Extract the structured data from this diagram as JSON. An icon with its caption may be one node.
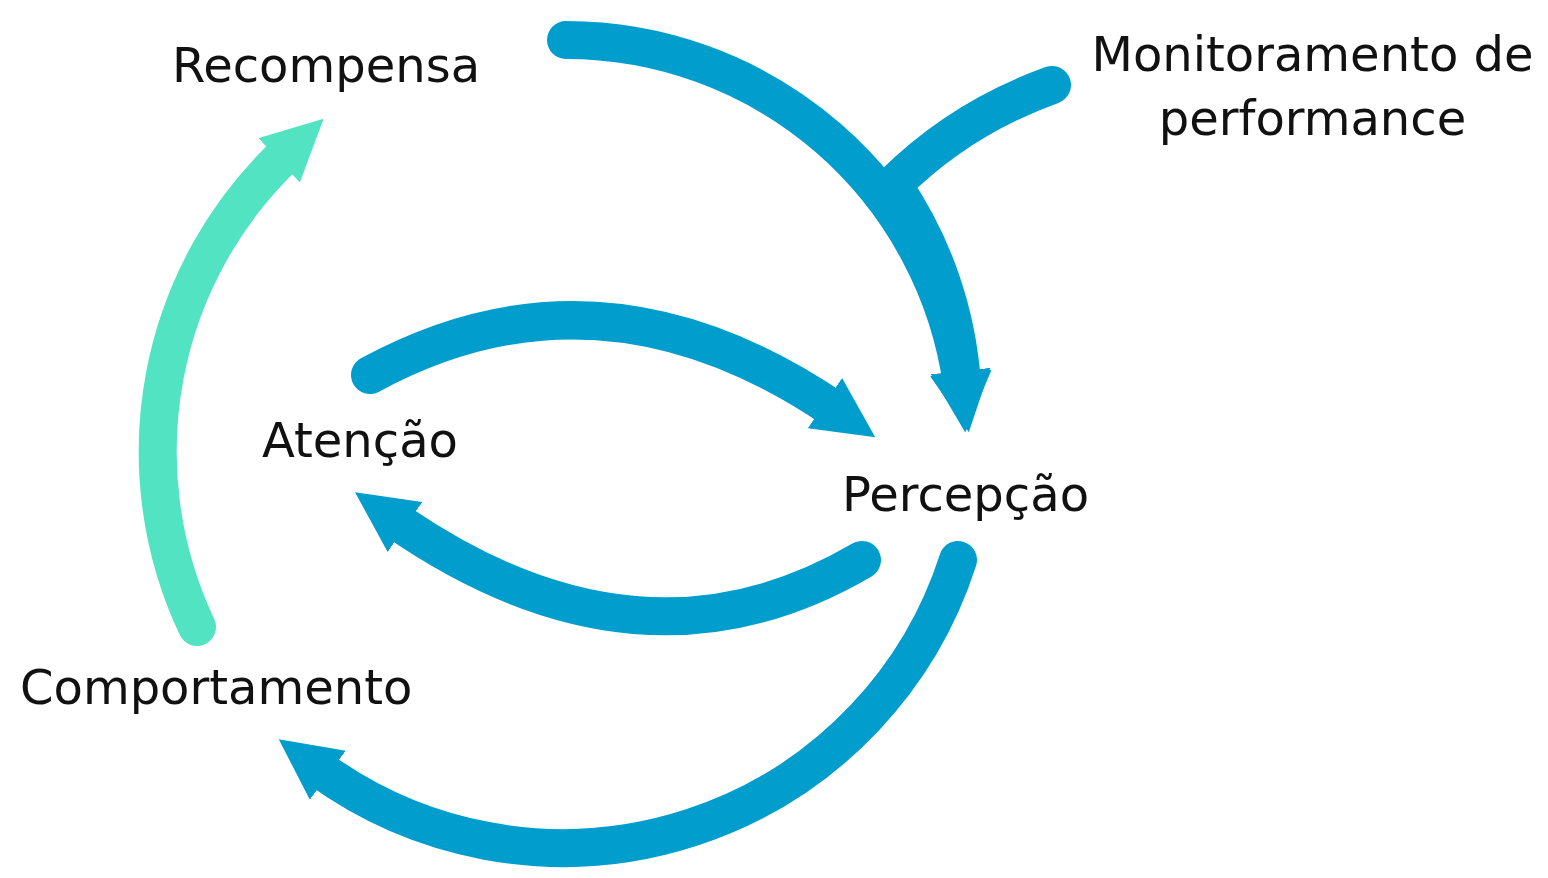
{
  "diagram": {
    "nodes": [
      {
        "text": [
          "Recompensa"
        ]
      },
      {
        "text": [
          "Monitoramento de performance"
        ]
      },
      {
        "text": [
          "Atenção"
        ]
      },
      {
        "text": [
          "Percepção"
        ]
      },
      {
        "text": [
          "Comportamento"
        ]
      }
    ],
    "edges": [
      {
        "from": 0,
        "to": 3,
        "arrow": "to"
      },
      {
        "from": 1,
        "to": 3,
        "arrow": "to"
      },
      {
        "from": 2,
        "to": 3,
        "arrow": "to"
      },
      {
        "from": 3,
        "to": 2,
        "arrow": "to"
      },
      {
        "from": 3,
        "to": 4,
        "arrow": "to"
      },
      {
        "from": 4,
        "to": 0,
        "arrow": "to",
        "color": "#52e3c2"
      }
    ]
  }
}
